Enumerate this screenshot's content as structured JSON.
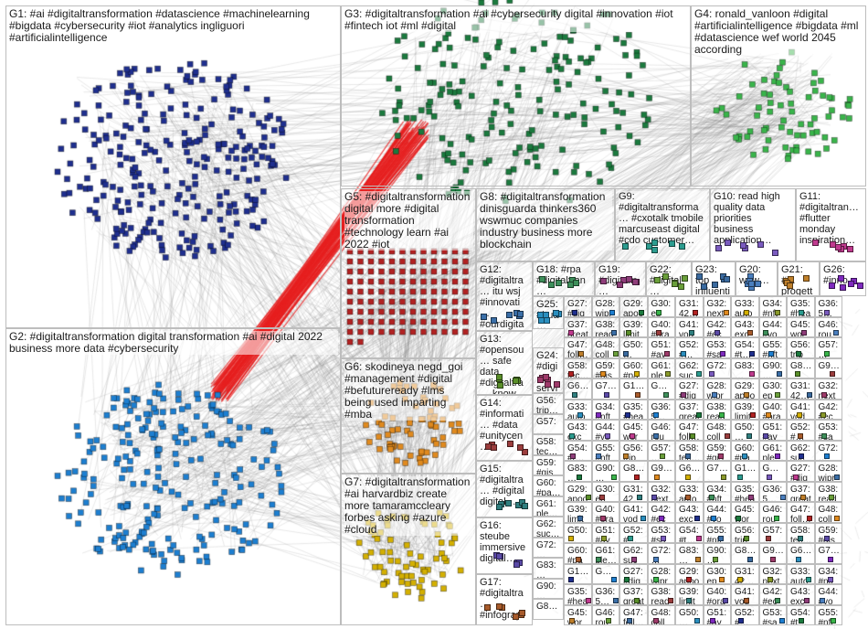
{
  "groups": [
    {
      "id": "G1",
      "label": "G1: #ai #digitaltransformation #datascience #machinelearning #bigdata #cybersecurity #iot #analytics ingliguori #artificialintelligence",
      "color": "#1f2f8f"
    },
    {
      "id": "G2",
      "label": "G2: #digitaltransformation digital transformation #ai #digital 2022 business more data #cybersecurity",
      "color": "#1d7fd1"
    },
    {
      "id": "G3",
      "label": "G3: #digitaltransformation #ai #cybersecurity digital #innovation #iot #fintech iot #ml #digital",
      "color": "#1b7a3e"
    },
    {
      "id": "G4",
      "label": "G4: ronald_vanloon #digital #artificialintelligence #bigdata #ml #datascience wef world 2045 according",
      "color": "#39b54a"
    },
    {
      "id": "G5",
      "label": "G5: #digitaltransformation digital more #digital transformation #technology learn #ai 2022 #iot",
      "color": "#b22222"
    },
    {
      "id": "G6",
      "label": "G6: skodineya negd_goi #management #digital #befutureready #lms being used imparting #mba",
      "color": "#e08a1e"
    },
    {
      "id": "G7",
      "label": "G7: #digitaltransformation #ai harvardbiz create more tamaramccleary forbes asking #azure #cloud",
      "color": "#d4b000"
    },
    {
      "id": "G8",
      "label": "G8: #digitaltransformation dinisguarda thinkers360 wswmuc companies industry business more blockchain",
      "color": "#8a9a2a"
    },
    {
      "id": "G9",
      "label": "G9: #digitaltransforma… #cxotalk tmobile marcuseast digital #cdo customer…",
      "color": "#2b9c8f"
    },
    {
      "id": "G10",
      "label": "G10: read high quality data priorities business application…",
      "color": "#7a5bbf"
    },
    {
      "id": "G11",
      "label": "G11: #digitaltran… #flutter monday inspiration…",
      "color": "#c03a8f"
    },
    {
      "id": "G12",
      "label": "G12: #digitaltra… itu wsj #innovati… #ourdigita…",
      "color": "#3b6fa8"
    },
    {
      "id": "G13",
      "label": "G13: #opensou… safe data #digitaltra… know…",
      "color": "#5a8f29"
    },
    {
      "id": "G14",
      "label": "G14: #informati… #data #unitycen…",
      "color": "#9b3d3d"
    },
    {
      "id": "G15",
      "label": "G15: #digitaltra… #digital digital…",
      "color": "#2f7f7f"
    },
    {
      "id": "G16",
      "label": "G16: steube immersive digital…",
      "color": "#5b4aa8"
    },
    {
      "id": "G17",
      "label": "G17: #digitaltra… #infograp…",
      "color": "#a85b2b"
    },
    {
      "id": "G18",
      "label": "G18: #rpa #digitaltran…",
      "color": "#3d8f5a"
    },
    {
      "id": "G19",
      "label": "G19: #digitaltr…",
      "color": "#8f3d7a"
    },
    {
      "id": "G20",
      "label": "G20: wow…",
      "color": "#4a7fbf"
    },
    {
      "id": "G21",
      "label": "G21: #ia progett…",
      "color": "#bf7f2a"
    },
    {
      "id": "G22",
      "label": "G22: #digital…",
      "color": "#6a9f3a"
    },
    {
      "id": "G23",
      "label": "G23: top influenti…",
      "color": "#3a6a9f"
    },
    {
      "id": "G24",
      "label": "G24: #digi… servi…",
      "color": "#9f3a6a"
    },
    {
      "id": "G25",
      "label": "G25: #hua…",
      "color": "#2a8fbf"
    },
    {
      "id": "G26",
      "label": "G26: #inno…",
      "color": "#7f2abf"
    }
  ],
  "cells": [
    "G27: #dig… #ai",
    "G28: wipro #digi…",
    "G29: apoo… #incl…",
    "G30: ep meta…",
    "G31: 42…",
    "G32: next…",
    "G33: auto…",
    "G34: #nft…",
    "G35: #hea…",
    "G36: 5…",
    "G37: great…",
    "G38: read…",
    "G39: limit…",
    "G40: #ora…",
    "G41: vod…",
    "G42: #ec…",
    "G43: exc…",
    "G44: #vo…",
    "G45: wor…",
    "G46: rou…",
    "G47: foll…",
    "G48: coll…",
    "G50: …",
    "G51: #av…",
    "G52: #…",
    "G53: #sa…",
    "G54: #t…",
    "G55: #nft…",
    "G56: trip…",
    "G57: …",
    "G58: tec…",
    "G59: #gis",
    "G60: #pa…",
    "G61: ple…",
    "G62: suc…",
    "G72: …",
    "G83: …",
    "G90: …",
    "G8…",
    "G9…",
    "G6…",
    "G7…",
    "G1…",
    "G…"
  ],
  "legend_note": ""
}
